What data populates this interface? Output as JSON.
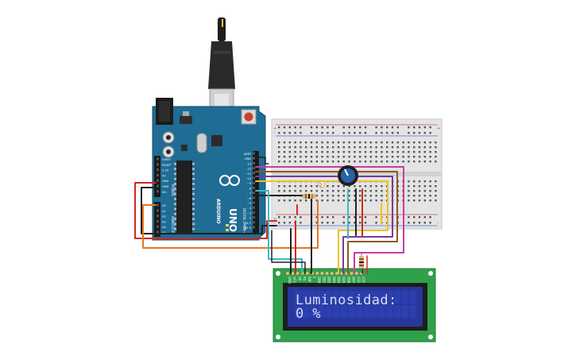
{
  "board": {
    "brand": "ARDUINO",
    "model": "UNO",
    "digital_label": "DIGITAL (PWM~)",
    "analog_label": "ANALOG IN",
    "power_label": "POWER",
    "digital_pins": [
      "AREF",
      "GND",
      "13",
      "12",
      "~11",
      "~10",
      "~9",
      "8",
      "7",
      "~6",
      "~5",
      "4",
      "~3",
      "2",
      "TX 1",
      "RX 0"
    ],
    "power_pins": [
      "IOREF",
      "RESET",
      "3.3V",
      "5V",
      "GND",
      "GND",
      "Vin"
    ],
    "analog_pins": [
      "A0",
      "A1",
      "A2",
      "A3",
      "A4",
      "A5"
    ]
  },
  "breadboard": {
    "rail_plus": "+",
    "rail_minus": "-"
  },
  "lcd": {
    "line1": "Luminosidad:",
    "line2": "0  %",
    "pins": [
      "GND",
      "VCC",
      "V0",
      "RS",
      "RW",
      "E",
      "DB0",
      "DB1",
      "DB2",
      "DB3",
      "DB4",
      "DB5",
      "DB6",
      "DB7",
      "LED",
      "LED"
    ]
  },
  "colors": {
    "arduino_blue": "#1f6c95",
    "lcd_green": "#2fa14a",
    "lcd_screen": "#27379b",
    "breadboard": "#e4e4e4",
    "wire_red": "#d3281f",
    "wire_black": "#222222",
    "wire_orange": "#e8761c",
    "wire_yellow": "#e9c51f",
    "wire_purple": "#7a3a9c",
    "wire_magenta": "#c93aa8",
    "wire_brown": "#8a5a23",
    "wire_teal": "#3fb8c8"
  },
  "icons": [
    "usb-cable-icon",
    "reset-button-icon",
    "potentiometer-icon",
    "resistor-icon",
    "photoresistor-icon"
  ]
}
